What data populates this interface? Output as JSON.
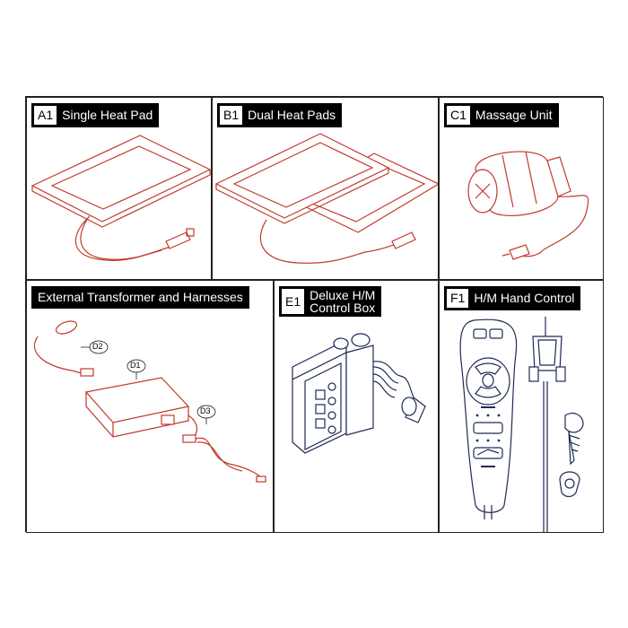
{
  "panels": {
    "a1": {
      "code": "A1",
      "title": "Single Heat Pad"
    },
    "b1": {
      "code": "B1",
      "title": "Dual Heat Pads"
    },
    "c1": {
      "code": "C1",
      "title": "Massage Unit"
    },
    "ext": {
      "title": "External Transformer and Harnesses",
      "callouts": {
        "d1": "D1",
        "d2": "D2",
        "d3": "D3"
      }
    },
    "e1": {
      "code": "E1",
      "title": "Deluxe H/M\nControl Box"
    },
    "f1": {
      "code": "F1",
      "title": "H/M Hand Control"
    }
  },
  "colors": {
    "cable_red": "#c0392b",
    "outline_navy": "#1f2a55",
    "border": "#222222"
  }
}
